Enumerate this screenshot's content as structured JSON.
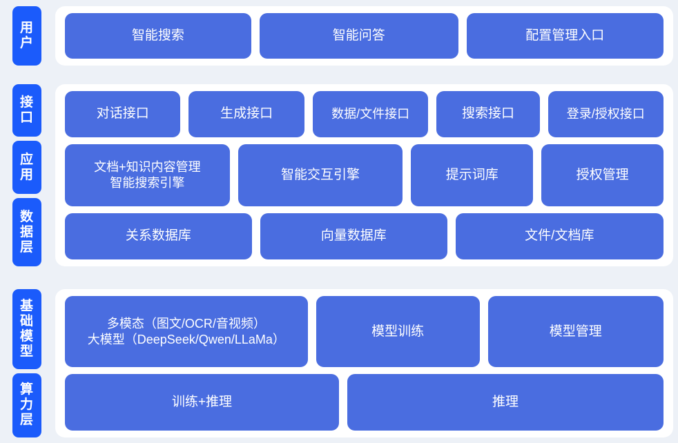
{
  "theme": {
    "background": "#edf1f7",
    "panel_background": "#ffffff",
    "tab_color": "#1b5bfb",
    "node_color": "#4a6de0",
    "node_text_color": "#ffffff"
  },
  "sections": [
    {
      "id": "user",
      "tabs": [
        {
          "label": "用户",
          "chars": [
            "用",
            "户"
          ]
        }
      ],
      "rows": [
        {
          "nodes": [
            {
              "label": "智能搜索",
              "flex": 2.12
            },
            {
              "label": "智能问答",
              "flex": 2.27
            },
            {
              "label": "配置管理入口",
              "flex": 2.25
            }
          ]
        }
      ]
    },
    {
      "id": "middle",
      "tabs": [
        {
          "label": "接口",
          "chars": [
            "接",
            "口"
          ]
        },
        {
          "label": "应用",
          "chars": [
            "应",
            "用"
          ]
        },
        {
          "label": "数据层",
          "chars": [
            "数",
            "据",
            "层"
          ]
        }
      ],
      "rows": [
        {
          "nodes": [
            {
              "label": "对话接口",
              "flex": 1.0
            },
            {
              "label": "生成接口",
              "flex": 1.0
            },
            {
              "label": "数据/文件接口",
              "flex": 1.0
            },
            {
              "label": "搜索接口",
              "flex": 0.88
            },
            {
              "label": "登录/授权接口",
              "flex": 1.0
            }
          ]
        },
        {
          "nodes": [
            {
              "label": "文档+知识内容管理\n智能搜索引擎",
              "flex": 1.44
            },
            {
              "label": "智能交互引擎",
              "flex": 1.44
            },
            {
              "label": "提示词库",
              "flex": 1.04
            },
            {
              "label": "授权管理",
              "flex": 1.04
            }
          ]
        },
        {
          "nodes": [
            {
              "label": "关系数据库",
              "flex": 1.0
            },
            {
              "label": "向量数据库",
              "flex": 1.0
            },
            {
              "label": "文件/文档库",
              "flex": 1.12
            }
          ]
        }
      ]
    },
    {
      "id": "foundation",
      "tabs": [
        {
          "label": "基础模型",
          "chars": [
            "基",
            "础",
            "模",
            "型"
          ]
        },
        {
          "label": "算力层",
          "chars": [
            "算",
            "力",
            "层"
          ]
        }
      ],
      "rows": [
        {
          "nodes": [
            {
              "label": "多模态（图文/OCR/音视频）\n大模型（DeepSeek/Qwen/LLaMa）",
              "flex": 1.52
            },
            {
              "label": "模型训练",
              "flex": 1.0
            },
            {
              "label": "模型管理",
              "flex": 1.08
            }
          ]
        },
        {
          "nodes": [
            {
              "label": "训练+推理",
              "flex": 1.0
            },
            {
              "label": "推理",
              "flex": 1.16
            }
          ]
        }
      ]
    }
  ]
}
